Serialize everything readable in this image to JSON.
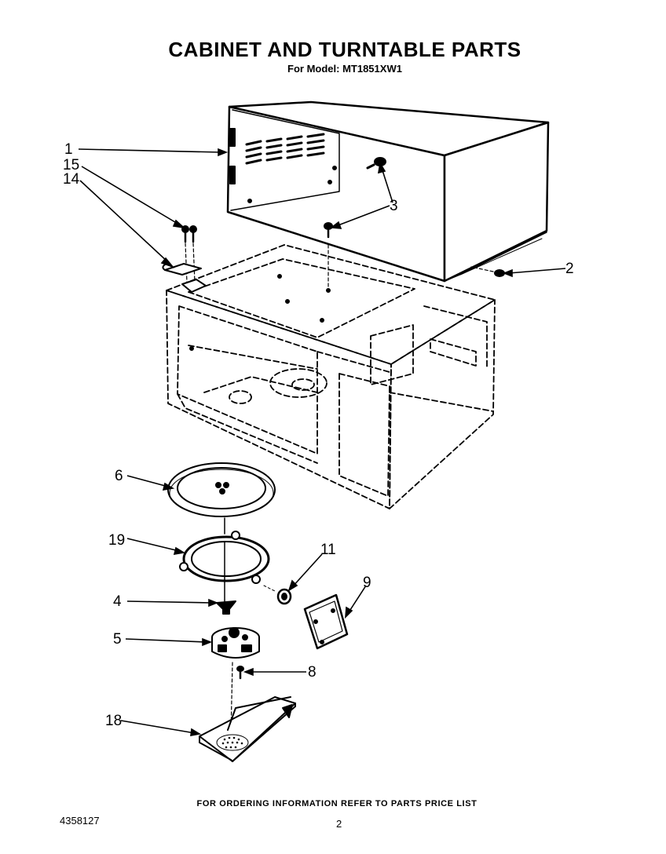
{
  "header": {
    "title": "CABINET AND TURNTABLE PARTS",
    "subtitle": "For Model: MT1851XW1"
  },
  "callouts": {
    "c1": "1",
    "c15": "15",
    "c14": "14",
    "c3": "3",
    "c2": "2",
    "c6": "6",
    "c19": "19",
    "c11": "11",
    "c9": "9",
    "c4": "4",
    "c5": "5",
    "c8": "8",
    "c18": "18"
  },
  "footer": {
    "ordering_note": "FOR ORDERING INFORMATION REFER TO PARTS PRICE LIST",
    "document_number": "4358127",
    "page_number": "2"
  }
}
